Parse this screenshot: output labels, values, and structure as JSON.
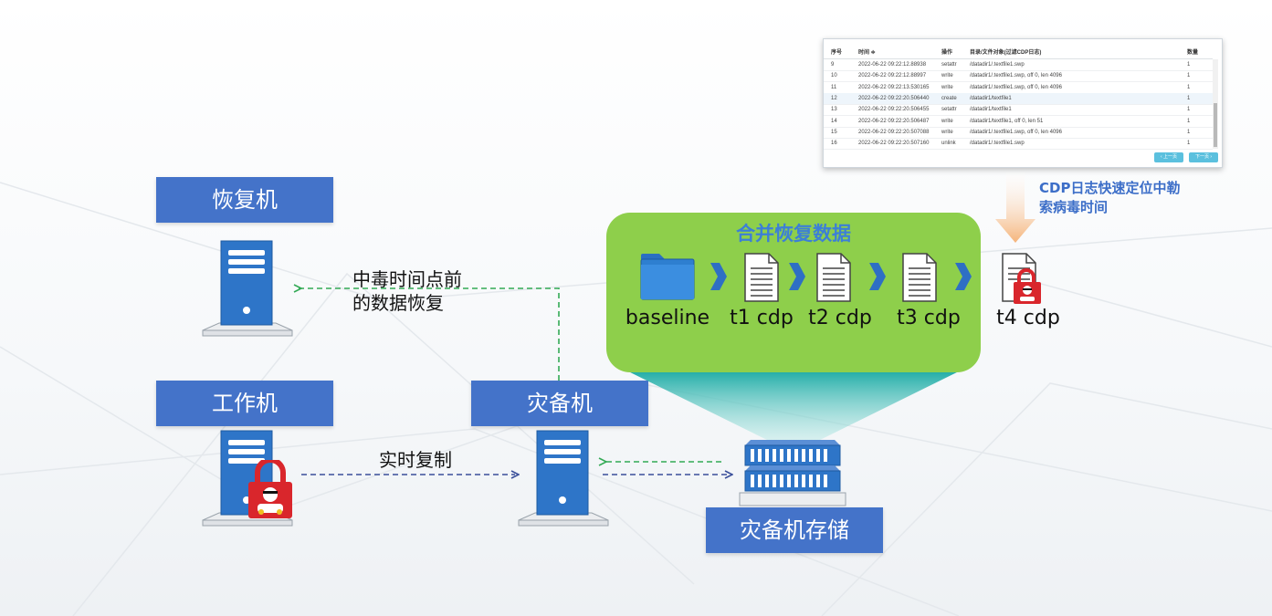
{
  "labels": {
    "recovery_machine": "恢复机",
    "work_machine": "工作机",
    "backup_machine": "灾备机",
    "backup_storage": "灾备机存储"
  },
  "arrows": {
    "restore_line1": "中毒时间点前",
    "restore_line2": "的数据恢复",
    "replication": "实时复制"
  },
  "panel": {
    "title": "合并恢复数据",
    "steps": [
      "baseline",
      "t1 cdp",
      "t2 cdp",
      "t3 cdp",
      "t4 cdp"
    ]
  },
  "callout": {
    "line1": "CDP日志快速定位中勒",
    "line2": "索病毒时间"
  },
  "cdp_table": {
    "headers": [
      "序号",
      "时间 ≑",
      "操作",
      "目录/文件对象(过滤CDP日志)",
      "数量"
    ],
    "rows": [
      [
        "9",
        "2022-06-22 09:22:12.88938",
        "setattr",
        "/datadir1/.textfile1.swp",
        "1"
      ],
      [
        "10",
        "2022-06-22 09:22:12.88997",
        "write",
        "/datadir1/.textfile1.swp, off 0, len 4096",
        "1"
      ],
      [
        "11",
        "2022-06-22 09:22:13.530165",
        "write",
        "/datadir1/.textfile1.swp, off 0, len 4096",
        "1"
      ],
      [
        "12",
        "2022-06-22 09:22:20.506440",
        "create",
        "/datadir1/textfile1",
        "1"
      ],
      [
        "13",
        "2022-06-22 09:22:20.506455",
        "setattr",
        "/datadir1/textfile1",
        "1"
      ],
      [
        "14",
        "2022-06-22 09:22:20.506487",
        "write",
        "/datadir1/textfile1, off 0, len 51",
        "1"
      ],
      [
        "15",
        "2022-06-22 09:22:20.507088",
        "write",
        "/datadir1/.textfile1.swp, off 0, len 4096",
        "1"
      ],
      [
        "16",
        "2022-06-22 09:22:20.507160",
        "unlink",
        "/datadir1/.textfile1.swp",
        "1"
      ]
    ],
    "prev_label": "‹ 上一页",
    "next_label": "下一页 ›"
  },
  "colors": {
    "label_blue": "#4473c9",
    "server_blue": "#2e75c8",
    "panel_green": "#8ecf4b",
    "arrow_green": "#33aa55",
    "arrow_navy": "#3a4f9a",
    "lock_red": "#d9262c"
  }
}
